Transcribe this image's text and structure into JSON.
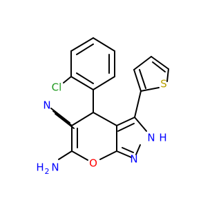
{
  "molecule": {
    "labels": {
      "cl": "Cl",
      "n_nitrile": "N",
      "s": "S",
      "nh": "N",
      "h_on_nh": "H",
      "n_pyrazole": "N",
      "o": "O",
      "h2": "H",
      "sub2": "2",
      "n_amino": "N"
    },
    "colors": {
      "bond": "#000000",
      "chlorine": "#1f9a1f",
      "nitrogen": "#0000ff",
      "oxygen": "#ff0000",
      "sulfur": "#b8a000",
      "hydrogen_on_n": "#0000ff",
      "text_default": "#000000"
    }
  }
}
